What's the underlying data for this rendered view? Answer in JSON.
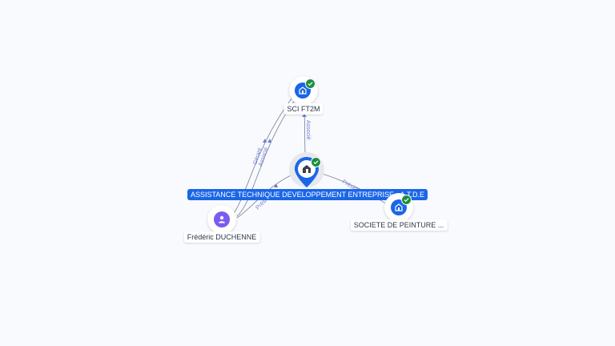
{
  "graph": {
    "center": {
      "label": "ASSISTANCE TECHNIQUE DEVELOPPEMENT ENTREPRISE - A.T.D.E",
      "icon": "building-icon",
      "verified": true
    },
    "nodes": [
      {
        "id": "sci-ft2m",
        "label": "SCI FT2M",
        "icon": "building-icon",
        "verified": true,
        "color": "#1a66e8"
      },
      {
        "id": "frederic",
        "label": "Frédéric DUCHENNE",
        "icon": "person-icon",
        "verified": false,
        "color": "#7c5cf0"
      },
      {
        "id": "societe-peinture",
        "label": "SOCIETE DE PEINTURE ...",
        "icon": "building-icon",
        "verified": true,
        "color": "#1a66e8"
      }
    ],
    "edges": [
      {
        "from": "sci-ft2m",
        "to": "center",
        "label": "Associé"
      },
      {
        "from": "frederic",
        "to": "sci-ft2m",
        "label": "Gérant"
      },
      {
        "from": "frederic",
        "to": "sci-ft2m",
        "label": "Associé"
      },
      {
        "from": "frederic",
        "to": "center",
        "label": "Président"
      },
      {
        "from": "center",
        "to": "societe-peinture",
        "label": "Président"
      }
    ]
  },
  "colors": {
    "accent": "#1a66e8",
    "person": "#7c5cf0",
    "verified": "#1e8e3e",
    "edge": "#7a7f94",
    "edge_label": "#6f7ad8"
  }
}
